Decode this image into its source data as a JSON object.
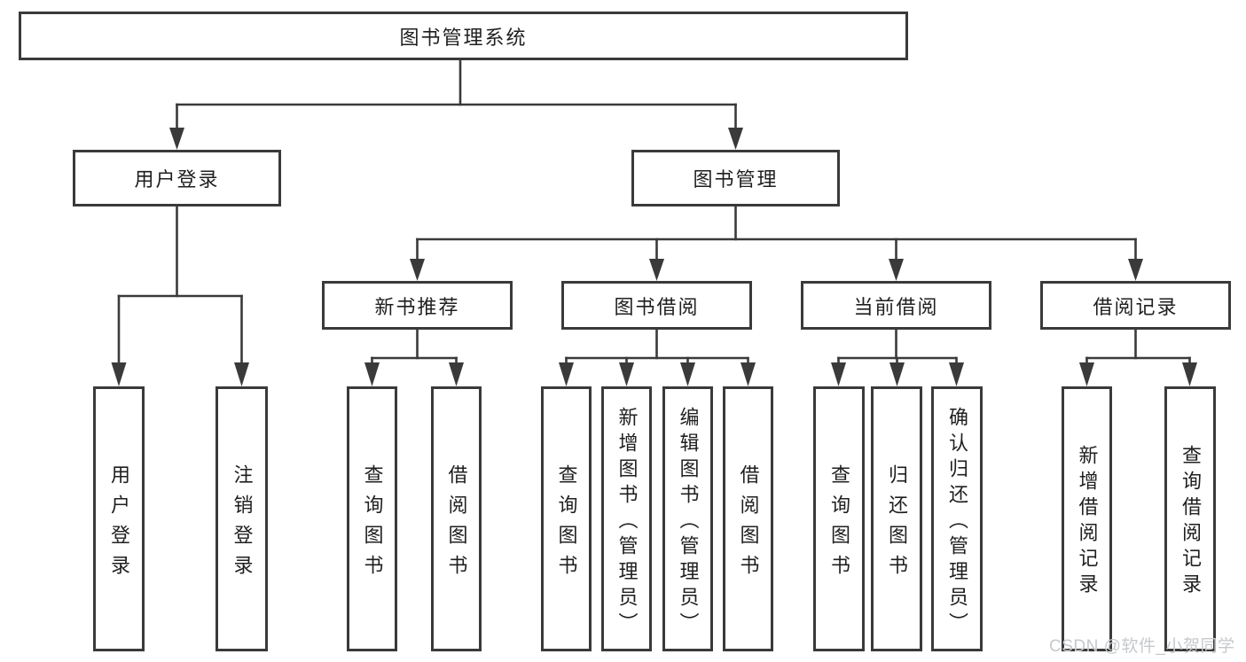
{
  "root": {
    "label": "图书管理系统"
  },
  "level2": {
    "user_login": {
      "label": "用户登录",
      "children": [
        "用户登录",
        "注销登录"
      ]
    },
    "book_management": {
      "label": "图书管理"
    }
  },
  "level3": {
    "new_book_recommend": {
      "label": "新书推荐",
      "children": [
        "查询图书",
        "借阅图书"
      ]
    },
    "book_borrowing": {
      "label": "图书借阅",
      "children": [
        "查询图书",
        "新增图书（管理员）",
        "编辑图书（管理员）",
        "借阅图书"
      ]
    },
    "current_borrowing": {
      "label": "当前借阅",
      "children": [
        "查询图书",
        "归还图书",
        "确认归还（管理员）"
      ]
    },
    "borrowing_records": {
      "label": "借阅记录",
      "children": [
        "新增借阅记录",
        "查询借阅记录"
      ]
    }
  },
  "watermark": "CSDN @软件_小贺同学",
  "colors": {
    "line": "#3a3a3a",
    "text": "#1f1f1f",
    "watermark": "#c6c9cc",
    "background": "#ffffff"
  }
}
